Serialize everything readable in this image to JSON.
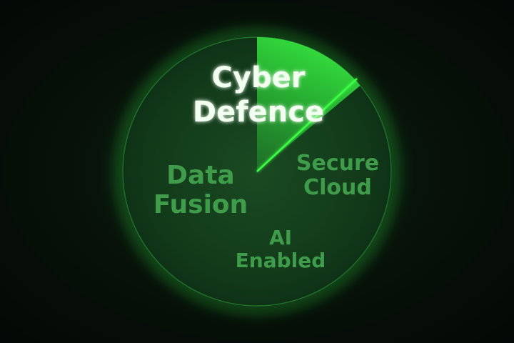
{
  "segments": [
    {
      "id": "cyber-defence",
      "line1": "Cyber",
      "line2": "Defence",
      "active": true
    },
    {
      "id": "secure-cloud",
      "line1": "Secure",
      "line2": "Cloud",
      "active": false
    },
    {
      "id": "ai-enabled",
      "line1": "AI",
      "line2": "Enabled",
      "active": false
    },
    {
      "id": "data-fusion",
      "line1": "Data",
      "line2": "Fusion",
      "active": false
    }
  ],
  "colors": {
    "disc": "#123a1a",
    "disc_edge": "#1f6e2b",
    "active_fill": "#2fd43a",
    "active_text": "#f2fff0",
    "active_glow": "#39ff3f",
    "inactive_text": "#3f9c4a",
    "sweep_line": "#3dff45"
  }
}
